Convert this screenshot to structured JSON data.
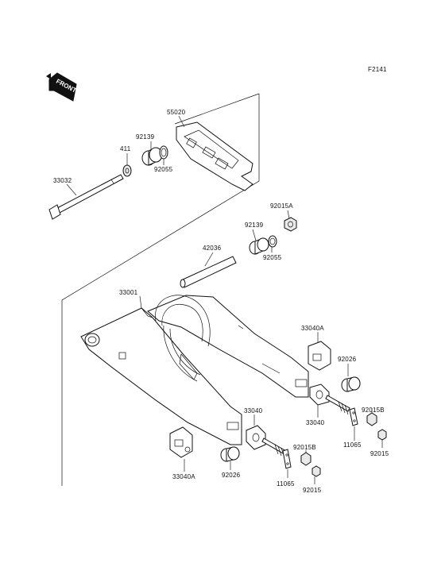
{
  "figure_code": "F2141",
  "front_label": "FRONT",
  "parts": {
    "p55020": "55020",
    "p411": "411",
    "p92139_top": "92139",
    "p92055_top": "92055",
    "p33032": "33032",
    "p92015A": "92015A",
    "p92139_mid": "92139",
    "p92055_mid": "92055",
    "p42036": "42036",
    "p33001": "33001",
    "p33040A_right": "33040A",
    "p92026_right": "92026",
    "p33040_right": "33040",
    "p92015B_right": "92015B",
    "p11065_right": "11065",
    "p92015_right": "92015",
    "p33040_left": "33040",
    "p92015B_left": "92015B",
    "p33040A_left": "33040A",
    "p92026_left": "92026",
    "p11065_left": "11065",
    "p92015_left": "92015"
  }
}
